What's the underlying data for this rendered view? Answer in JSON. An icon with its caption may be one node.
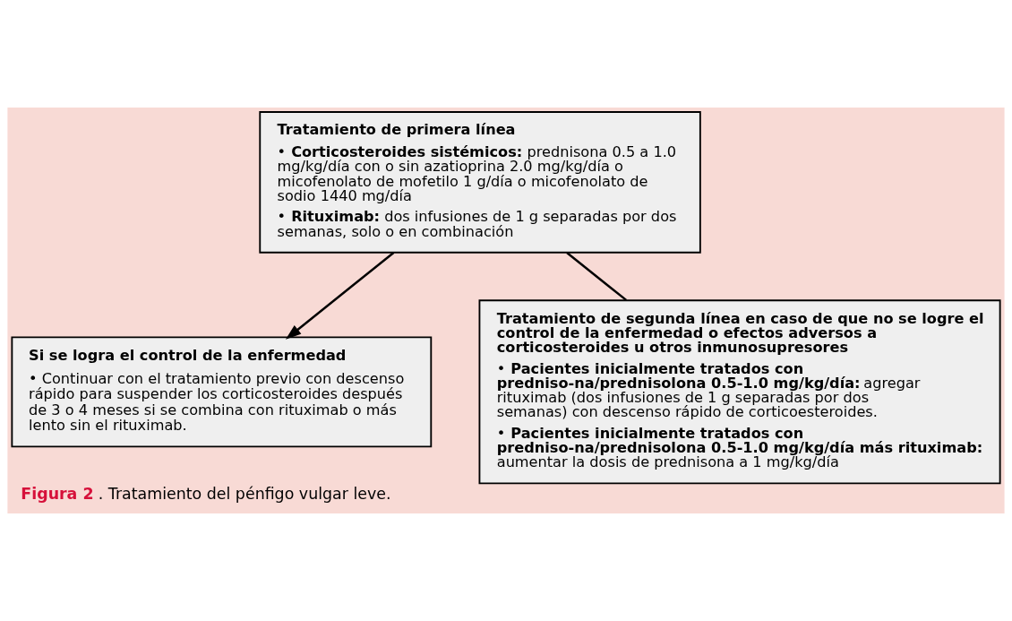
{
  "diagram": {
    "caption": "**Figura 2**. Tratamiento del pénfigo vulgar leve.",
    "nodes": [
      {
        "text": [
          "**Tratamiento de primera línea**",
          "• **Corticosteroides sistémicos:** prednisona 0.5 a 1.0 mg/kg/día con o sin azatioprina 2.0 mg/kg/día o micofenolato de mofetilo 1 g/día o micofenolato de sodio 1440 mg/día",
          "• **Rituximab:** dos infusiones de 1 g separadas por dos semanas, solo o en combinación"
        ]
      },
      {
        "text": [
          "**Tratamiento de segunda línea en caso de que no se logre el control de la enfermedad o efectos adversos a corticosteroides u otros inmunosupresores**",
          "• **Pacientes inicialmente tratados con predniso-na/prednisolona 0.5-1.0 mg/kg/día:** agregar rituximab (dos infusiones de 1 g separadas por dos semanas) con descenso rápido de corticoesteroides.",
          "• **Pacientes inicialmente tratados con predniso-na/prednisolona 0.5-1.0 mg/kg/día más rituximab:** aumentar la dosis de prednisona a 1 mg/kg/día"
        ]
      },
      {
        "text": [
          "**Si se logra el control de la enfermedad**",
          "• Continuar con el tratamiento previo con descenso rápido para suspender los corticosteroides después de 3 o 4 meses si se combina con rituximab o más lento sin el rituximab."
        ]
      }
    ],
    "edges": [
      {
        "from": 0,
        "to": 1,
        "arrow": "none"
      },
      {
        "from": 0,
        "to": 2,
        "arrow": "to"
      }
    ]
  }
}
